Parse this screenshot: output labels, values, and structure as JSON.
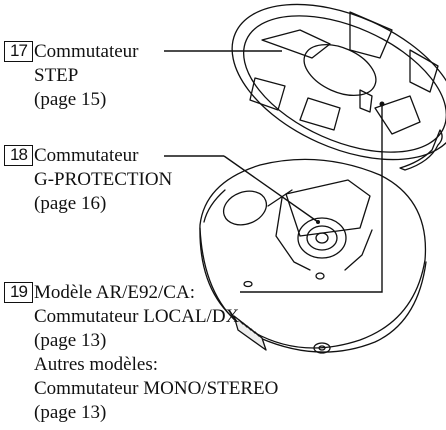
{
  "callouts": [
    {
      "number": "17",
      "lines": [
        "Commutateur",
        "STEP",
        "(page 15)"
      ]
    },
    {
      "number": "18",
      "lines": [
        "Commutateur",
        "G-PROTECTION",
        "(page 16)"
      ]
    },
    {
      "number": "19",
      "lines": [
        "Modèle AR/E92/CA:",
        "Commutateur LOCAL/DX",
        "(page 13)",
        "Autres modèles:",
        "Commutateur MONO/STEREO",
        "(page 13)"
      ]
    }
  ]
}
